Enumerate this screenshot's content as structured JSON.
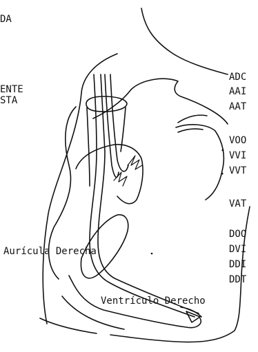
{
  "labels": {
    "top_left_fragment": "DA",
    "left_fragment_1": "ENTE",
    "left_fragment_2": "STA",
    "auricula": "Aurícula Derecha",
    "ventriculo": "Ventrículo Derecho"
  },
  "pacing_modes": [
    "ADC",
    "AAI",
    "AAT",
    "VOO",
    "VVI",
    "VVT",
    "VAT",
    "DOO",
    "DVI",
    "DDI",
    "DDT"
  ]
}
